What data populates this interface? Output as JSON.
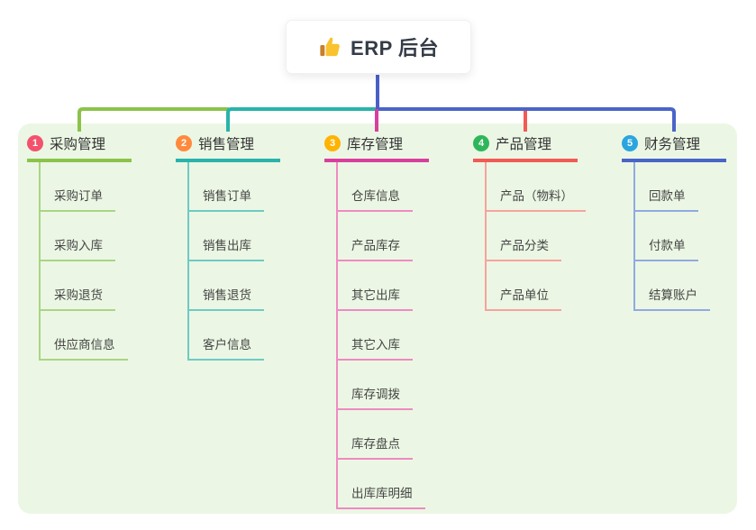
{
  "root": {
    "title": "ERP 后台",
    "icon": "thumbs-up-icon"
  },
  "colors": {
    "canvas_bg": "#ffffff",
    "panel_bg": "#ebf7e4",
    "root_line": "#4a5fc8",
    "root_text": "#353c48",
    "thumb_hand": "#f9c32f",
    "thumb_cuff": "#c8802b"
  },
  "branches": [
    {
      "index": "1",
      "label": "采购管理",
      "badge_color": "#f4516c",
      "line_color": "#8bc34a",
      "light_color": "#a9d584",
      "children": [
        "采购订单",
        "采购入库",
        "采购退货",
        "供应商信息"
      ]
    },
    {
      "index": "2",
      "label": "销售管理",
      "badge_color": "#ff8a3d",
      "line_color": "#29b3ab",
      "light_color": "#6fcac4",
      "children": [
        "销售订单",
        "销售出库",
        "销售退货",
        "客户信息"
      ]
    },
    {
      "index": "3",
      "label": "库存管理",
      "badge_color": "#ffb302",
      "line_color": "#d83f9d",
      "light_color": "#ef8ac2",
      "children": [
        "仓库信息",
        "产品库存",
        "其它出库",
        "其它入库",
        "库存调拨",
        "库存盘点",
        "出库库明细"
      ]
    },
    {
      "index": "4",
      "label": "产品管理",
      "badge_color": "#2fb65a",
      "line_color": "#f25b55",
      "light_color": "#f8a29d",
      "children": [
        "产品（物料）",
        "产品分类",
        "产品单位"
      ]
    },
    {
      "index": "5",
      "label": "财务管理",
      "badge_color": "#2aa5e0",
      "line_color": "#4a64c8",
      "light_color": "#92a9e0",
      "children": [
        "回款单",
        "付款单",
        "结算账户"
      ]
    }
  ]
}
